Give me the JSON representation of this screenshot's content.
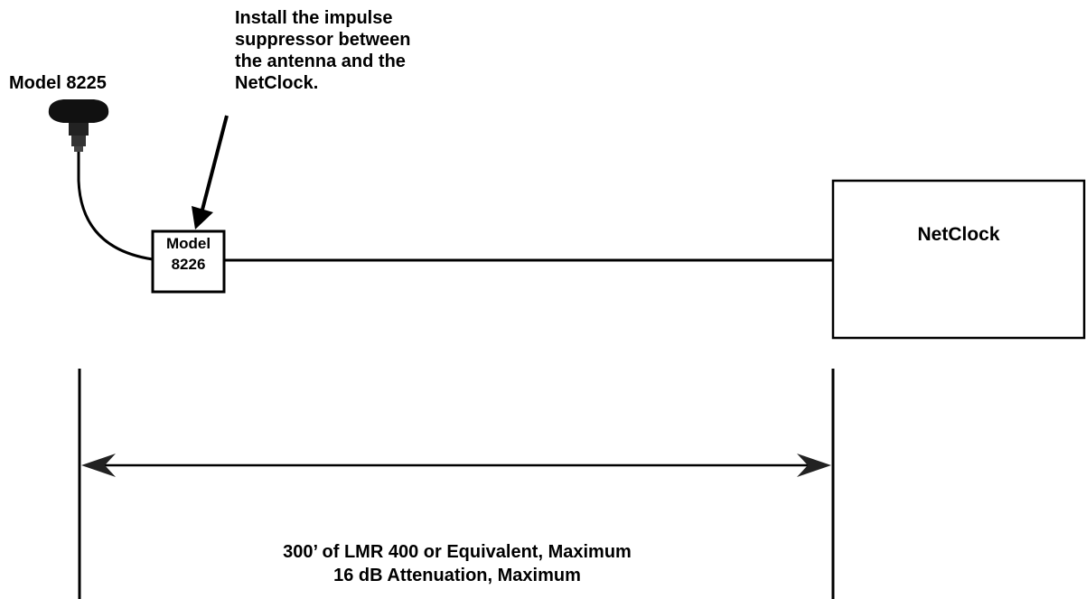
{
  "antenna": {
    "label": "Model 8225"
  },
  "suppressor": {
    "line1": "Model",
    "line2": "8226"
  },
  "note": {
    "line1": "Install the impulse",
    "line2": "suppressor between",
    "line3": "the antenna and the",
    "line4": "NetClock."
  },
  "netclock": {
    "label": "NetClock"
  },
  "dimension": {
    "line1": "300’ of LMR 400 or Equivalent, Maximum",
    "line2": "16 dB Attenuation, Maximum"
  }
}
